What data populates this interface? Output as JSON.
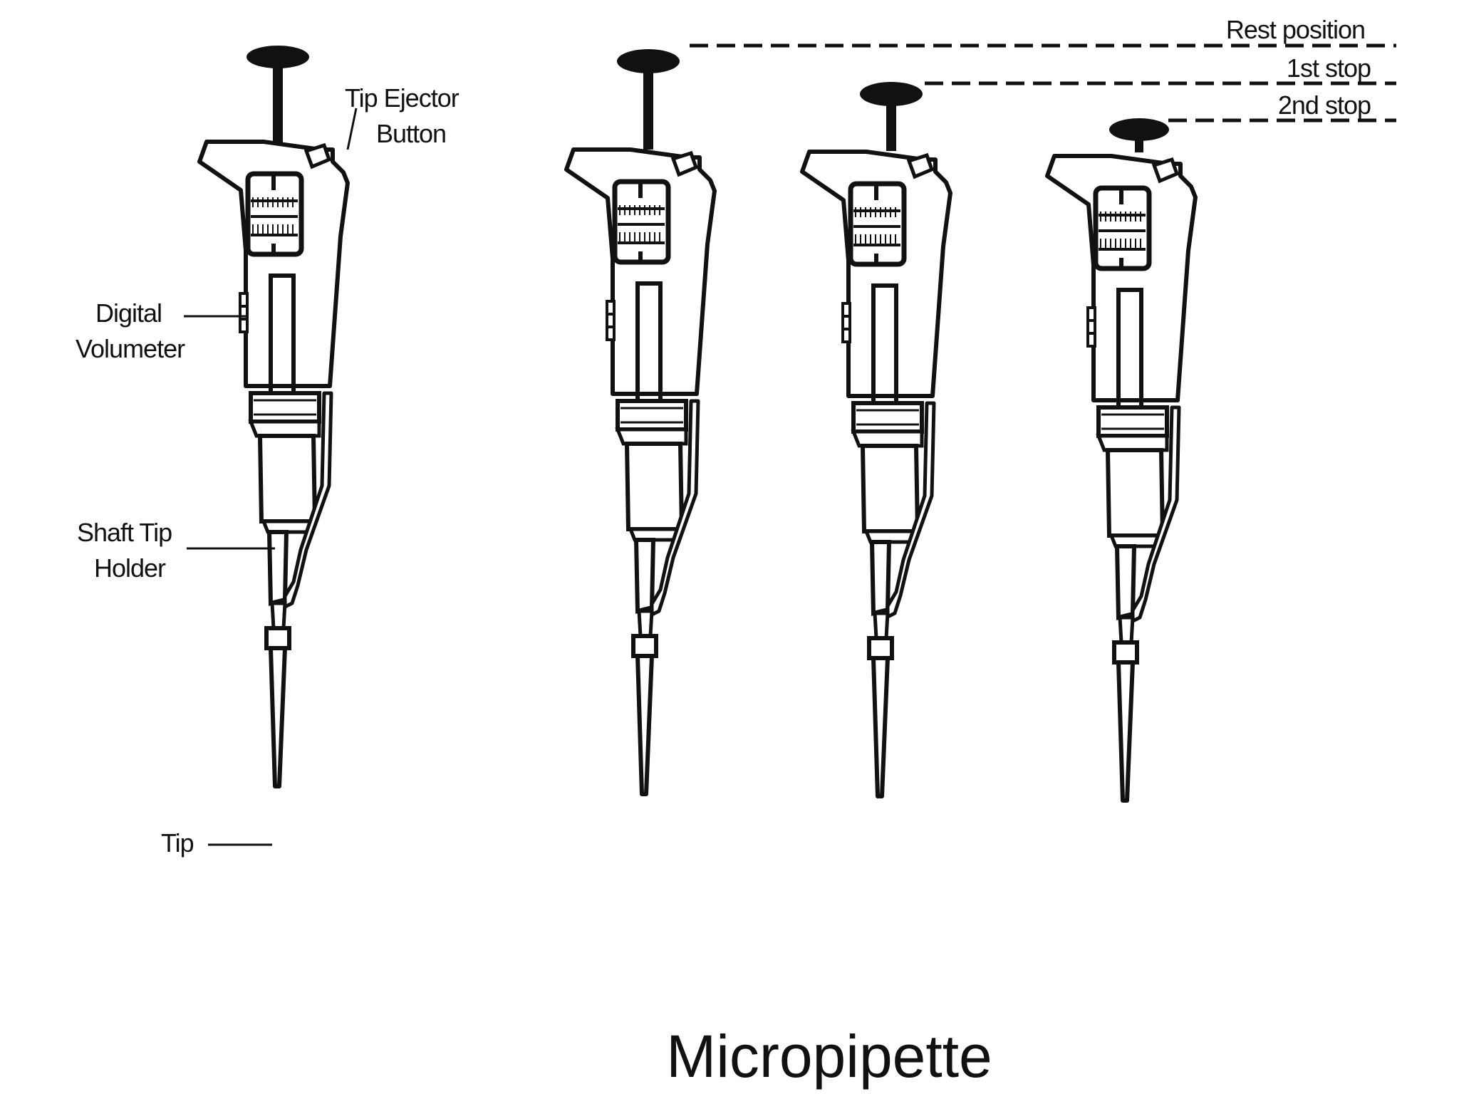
{
  "title": "Micropipette",
  "labels": {
    "tip_ejector": [
      "Tip Ejector",
      "Button"
    ],
    "digital_volumeter": [
      "Digital",
      "Volumeter"
    ],
    "shaft_tip_holder": [
      "Shaft Tip",
      "Holder"
    ],
    "tip": "Tip"
  },
  "positions": {
    "rest": "Rest position",
    "first_stop": "1st stop",
    "second_stop": "2nd stop"
  },
  "colors": {
    "ink": "#111111",
    "background": "#ffffff"
  }
}
